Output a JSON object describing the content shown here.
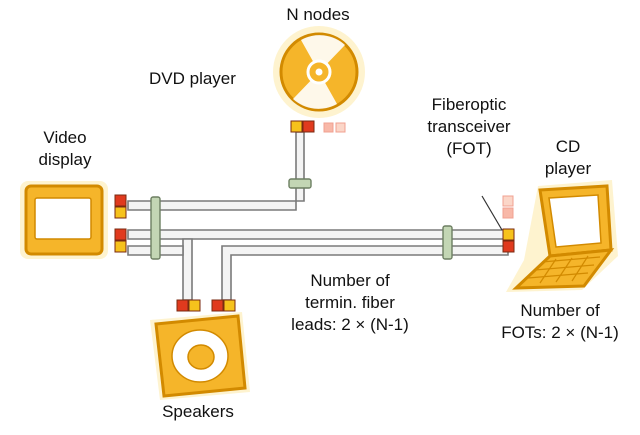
{
  "labels": {
    "n_nodes": "N nodes",
    "dvd_player": "DVD player",
    "video_display": [
      "Video",
      "display"
    ],
    "fot": [
      "Fiberoptic",
      "transceiver",
      "(FOT)"
    ],
    "cd_player": [
      "CD",
      "player"
    ],
    "fiber_leads": [
      "Number of",
      "termin. fiber",
      "leads: 2 × (N-1)"
    ],
    "fots_count": [
      "Number of",
      "FOTs: 2 × (N-1)"
    ],
    "speakers": "Speakers"
  },
  "colors": {
    "device_fill": "#f5b52a",
    "device_stroke": "#d28a00",
    "device_light": "#fde9a8",
    "screen": "#ffffff",
    "fot_red": "#e03a1e",
    "fot_yellow": "#f6c21c",
    "fot_faded": "#f8b8a8",
    "fiber_fill": "#f4f4f4",
    "fiber_stroke": "#7a7a7a",
    "clamp": "#c3d6b4"
  },
  "icons": {
    "dvd": "disc-icon",
    "display": "monitor-icon",
    "laptop": "laptop-icon",
    "speaker": "speaker-icon"
  }
}
